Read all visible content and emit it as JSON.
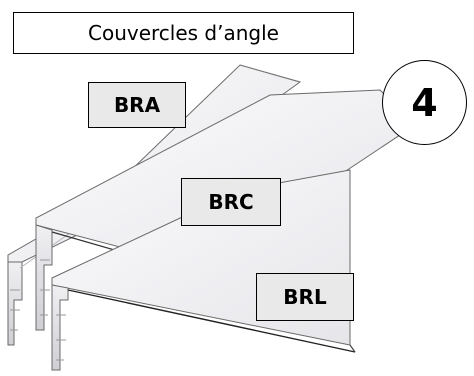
{
  "title": "Couvercles d’angle",
  "number": "4",
  "labels": {
    "bra": "BRA",
    "brc": "BRC",
    "brl": "BRL"
  },
  "colors": {
    "profile_fill": "#ececf0",
    "profile_top": "#f4f4f7",
    "profile_edge": "#555555",
    "label_fill": "#e9e9e9"
  }
}
